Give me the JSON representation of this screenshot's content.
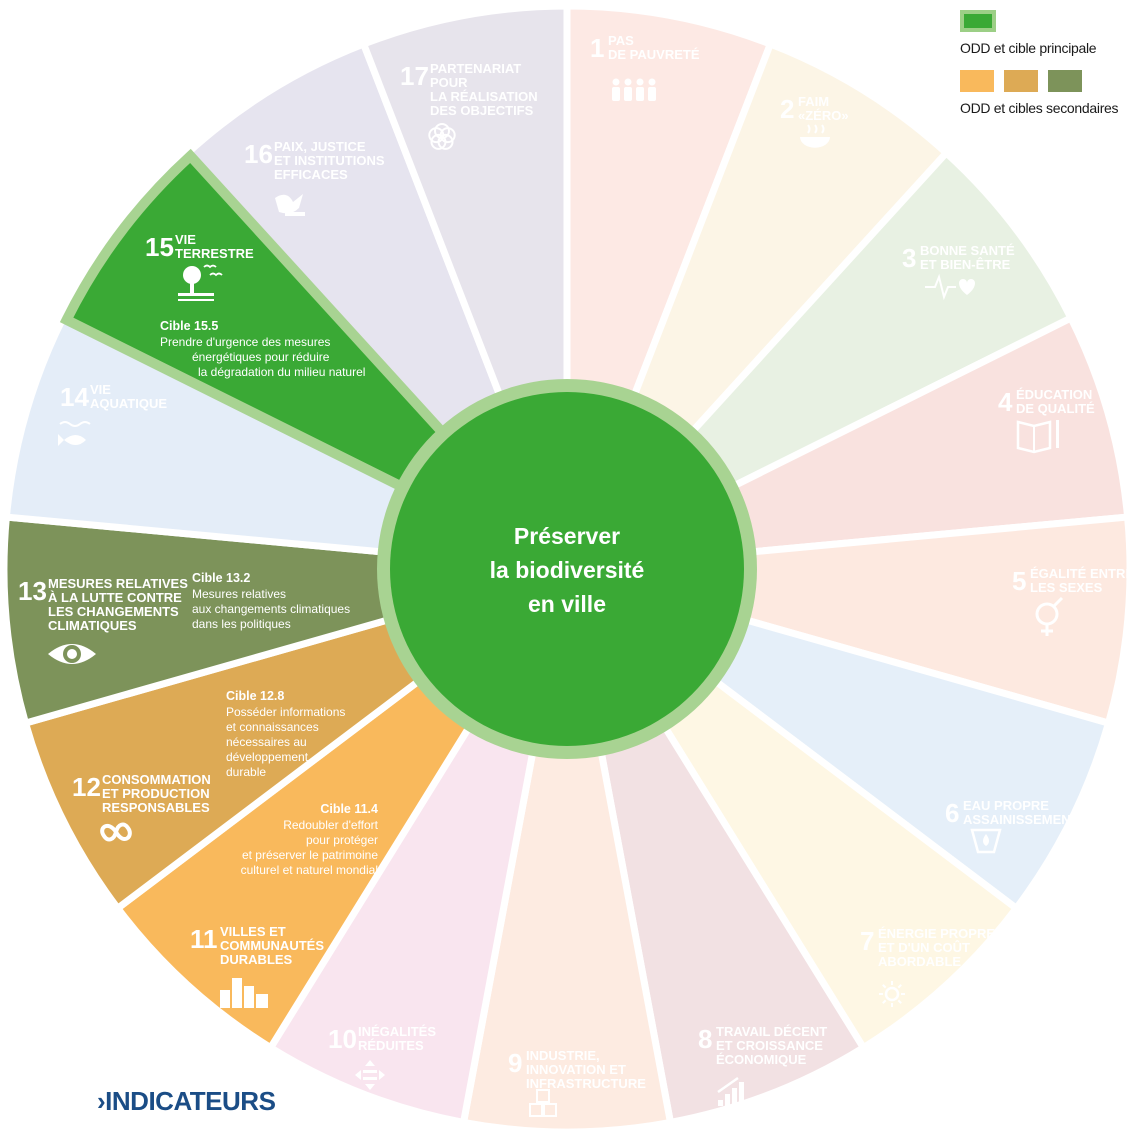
{
  "center": {
    "lines": [
      "Préserver",
      "la biodiversité",
      "en ville"
    ]
  },
  "legend": {
    "primary_label": "ODD et cible principale",
    "secondary_label": "ODD et cibles secondaires",
    "primary_color": "#3aa935",
    "secondary_colors": [
      "#f9b95c",
      "#ddaa55",
      "#7d935a"
    ]
  },
  "footer": {
    "arrow": "›",
    "label": "INDICATEURS"
  },
  "goals": [
    {
      "number": "1",
      "title": [
        "PAS",
        "DE PAUVRETÉ"
      ],
      "color": "#fde9e4",
      "text_color": "#ffffff",
      "icon": "family-icon"
    },
    {
      "number": "2",
      "title": [
        "FAIM",
        "«ZÉRO»"
      ],
      "color": "#fcf5e6",
      "text_color": "#ffffff",
      "icon": "bowl-icon"
    },
    {
      "number": "3",
      "title": [
        "BONNE SANTÉ",
        "ET BIEN-ÊTRE"
      ],
      "color": "#e8f1e3",
      "text_color": "#ffffff",
      "icon": "heartbeat-icon"
    },
    {
      "number": "4",
      "title": [
        "ÉDUCATION",
        "DE QUALITÉ"
      ],
      "color": "#f9e2df",
      "text_color": "#ffffff",
      "icon": "book-icon"
    },
    {
      "number": "5",
      "title": [
        "ÉGALITÉ ENTRE",
        "LES SEXES"
      ],
      "color": "#fde9e0",
      "text_color": "#ffffff",
      "icon": "gender-equality-icon"
    },
    {
      "number": "6",
      "title": [
        "EAU PROPRE",
        "ASSAINISSEMENT"
      ],
      "color": "#e5eff9",
      "text_color": "#ffffff",
      "icon": "water-drop-icon"
    },
    {
      "number": "7",
      "title": [
        "ÉNERGIE PROPRE",
        "ET D'UN COÛT",
        "ABORDABLE"
      ],
      "color": "#fef7e4",
      "text_color": "#ffffff",
      "icon": "sun-icon"
    },
    {
      "number": "8",
      "title": [
        "TRAVAIL DÉCENT",
        "ET CROISSANCE",
        "ÉCONOMIQUE"
      ],
      "color": "#f2e1e3",
      "text_color": "#ffffff",
      "icon": "growth-chart-icon"
    },
    {
      "number": "9",
      "title": [
        "INDUSTRIE,",
        "INNOVATION ET",
        "INFRASTRUCTURE"
      ],
      "color": "#fdebe1",
      "text_color": "#ffffff",
      "icon": "cubes-icon"
    },
    {
      "number": "10",
      "title": [
        "INÉGALITÉS",
        "RÉDUITES"
      ],
      "color": "#f9e5ef",
      "text_color": "#ffffff",
      "icon": "inequality-icon"
    },
    {
      "number": "11",
      "title": [
        "VILLES ET",
        "COMMUNAUTÉS",
        "DURABLES"
      ],
      "color": "#f9b95c",
      "text_color": "#ffffff",
      "icon": "city-icon",
      "target": {
        "title": "Cible 11.4",
        "lines": [
          "Redoubler d'effort",
          "pour protéger",
          "et préserver le patrimoine",
          "culturel et naturel mondial"
        ]
      }
    },
    {
      "number": "12",
      "title": [
        "CONSOMMATION",
        "ET PRODUCTION",
        "RESPONSABLES"
      ],
      "color": "#ddaa55",
      "text_color": "#ffffff",
      "icon": "infinity-icon",
      "target": {
        "title": "Cible 12.8",
        "lines": [
          "Posséder informations",
          "et connaissances",
          "nécessaires au",
          "développement",
          "durable"
        ]
      }
    },
    {
      "number": "13",
      "title": [
        "MESURES RELATIVES",
        "À LA LUTTE CONTRE",
        "LES CHANGEMENTS",
        "CLIMATIQUES"
      ],
      "color": "#7d935a",
      "text_color": "#ffffff",
      "icon": "earth-eye-icon",
      "target": {
        "title": "Cible 13.2",
        "lines": [
          "Mesures relatives",
          "aux changements climatiques",
          "dans les politiques"
        ]
      }
    },
    {
      "number": "14",
      "title": [
        "VIE",
        "AQUATIQUE"
      ],
      "color": "#e4edf8",
      "text_color": "#ffffff",
      "icon": "fish-icon"
    },
    {
      "number": "15",
      "title": [
        "VIE",
        "TERRESTRE"
      ],
      "color": "#3aa935",
      "text_color": "#ffffff",
      "icon": "tree-icon",
      "target": {
        "title": "Cible 15.5",
        "lines": [
          "Prendre d'urgence des mesures",
          "énergétiques pour réduire",
          "la dégradation du milieu naturel"
        ]
      }
    },
    {
      "number": "16",
      "title": [
        "PAIX, JUSTICE",
        "ET INSTITUTIONS",
        "EFFICACES"
      ],
      "color": "#e6e4ef",
      "text_color": "#ffffff",
      "icon": "dove-icon"
    },
    {
      "number": "17",
      "title": [
        "PARTENARIAT",
        "POUR",
        "LA RÉALISATION",
        "DES OBJECTIFS"
      ],
      "color": "#e7e4ec",
      "text_color": "#ffffff",
      "icon": "partnership-icon"
    }
  ]
}
